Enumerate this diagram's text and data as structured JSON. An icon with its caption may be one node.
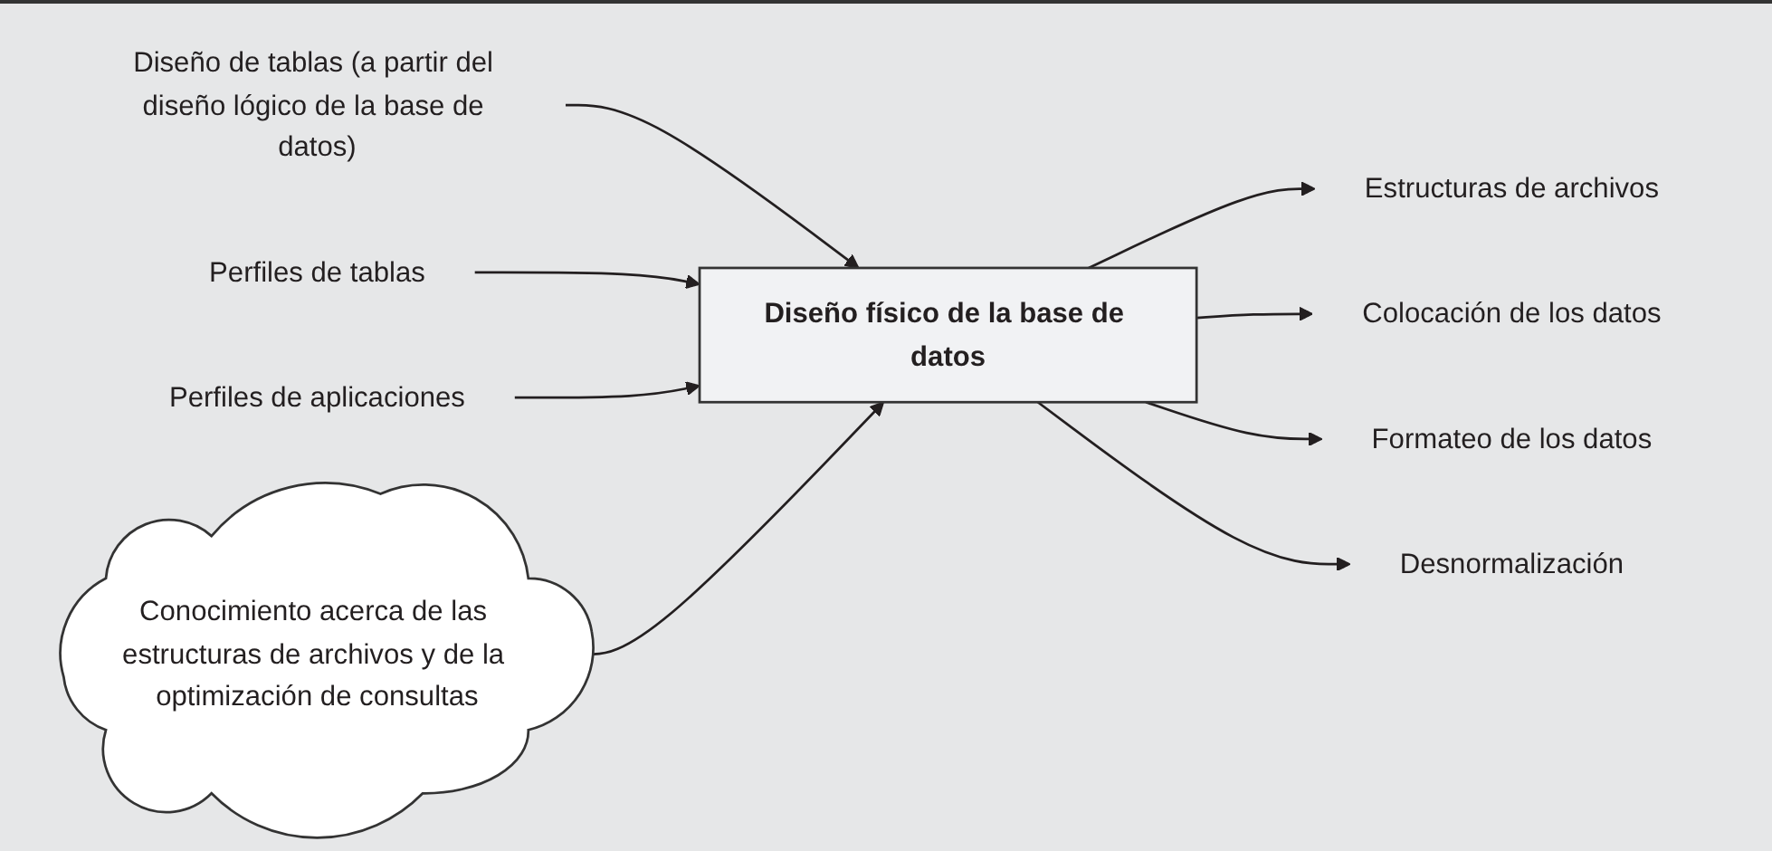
{
  "diagram": {
    "nodes": [
      {
        "text": [
          "Diseño de tablas (a partir del diseño lógico de la base de datos)"
        ]
      },
      {
        "text": [
          "Perfiles de tablas"
        ]
      },
      {
        "text": [
          "Perfiles de aplicaciones"
        ]
      },
      {
        "text": [
          "Diseño físico de la base de datos"
        ]
      },
      {
        "text": [
          "Conocimiento acerca de las estructuras de archivos y de la optimización de consultas"
        ]
      },
      {
        "text": [
          "Estructuras de archivos"
        ]
      },
      {
        "text": [
          "Colocación de los datos"
        ]
      },
      {
        "text": [
          "Formateo de los datos"
        ]
      },
      {
        "text": [
          "Desnormalización"
        ]
      }
    ],
    "edges": [
      {
        "from": 0,
        "to": 3,
        "arrow": "to"
      },
      {
        "from": 1,
        "to": 3,
        "arrow": "to"
      },
      {
        "from": 2,
        "to": 3,
        "arrow": "to"
      },
      {
        "from": 4,
        "to": 3,
        "arrow": "to"
      },
      {
        "from": 3,
        "to": 5,
        "arrow": "to"
      },
      {
        "from": 3,
        "to": 6,
        "arrow": "to"
      },
      {
        "from": 3,
        "to": 7,
        "arrow": "to"
      },
      {
        "from": 3,
        "to": 8,
        "arrow": "to"
      }
    ]
  }
}
